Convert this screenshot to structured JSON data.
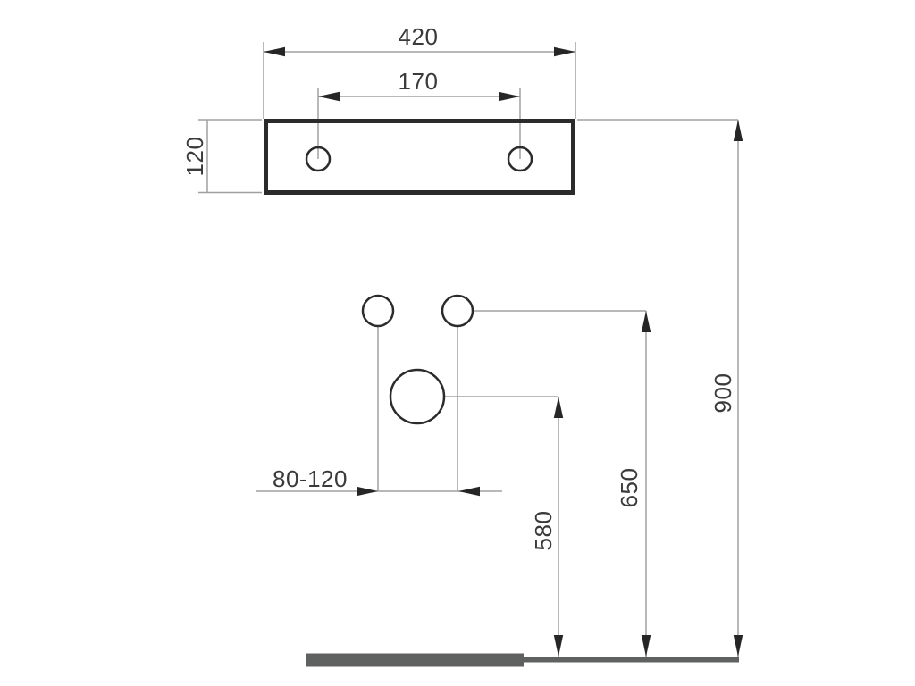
{
  "diagram": {
    "kind": "washbasin-installation-dimension-drawing",
    "labels": {
      "dim_width": "420",
      "dim_hole_spacing": "170",
      "dim_panel_height": "120",
      "dim_supply_spacing": "80-120",
      "dim_drain_height": "580",
      "dim_supply_height": "650",
      "dim_top_height": "900"
    },
    "colors": {
      "background": "#ffffff",
      "heavy_outline": "#2b2b2b",
      "thin_line": "#a0a0a0",
      "arrow": "#262626",
      "text": "#3a3a3a",
      "floor": "#5f6060"
    }
  }
}
